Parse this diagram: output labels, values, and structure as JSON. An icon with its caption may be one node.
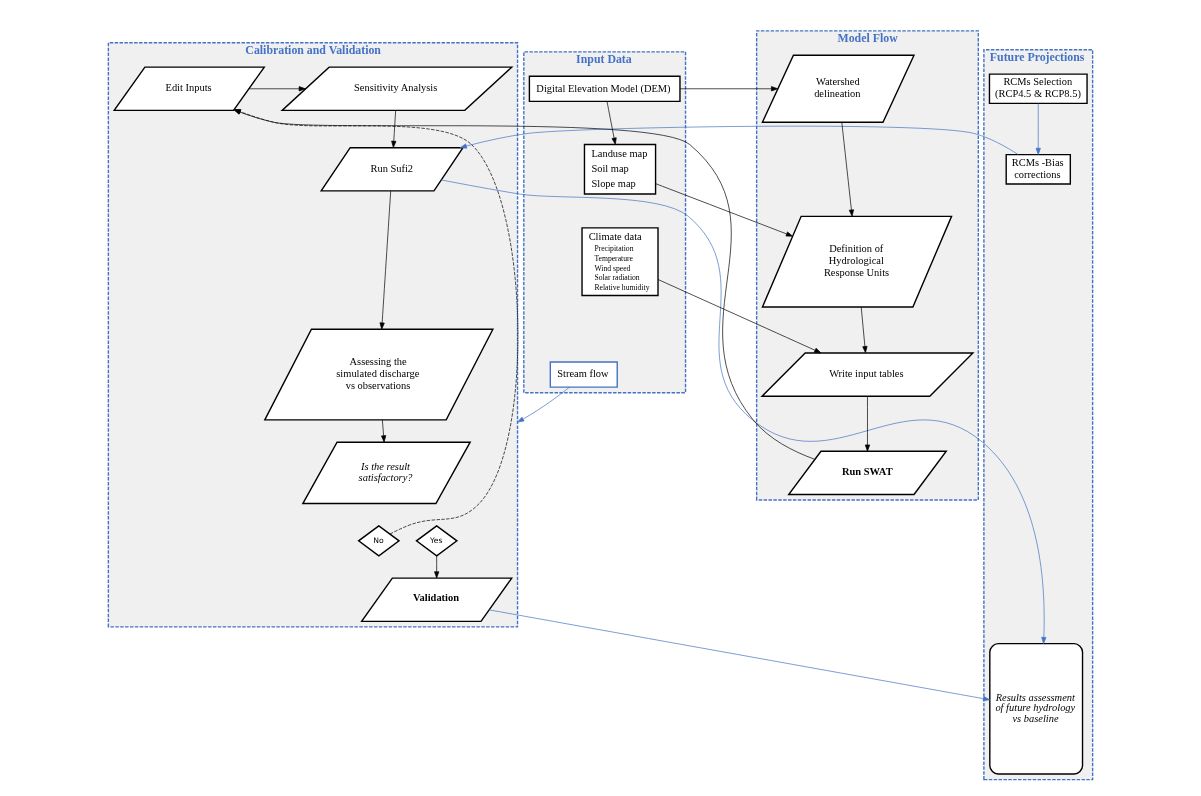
{
  "diagram": {
    "nodes": [
      {
        "text": [
          "Input Data"
        ]
      },
      {
        "text": [
          "Model Flow"
        ]
      },
      {
        "text": [
          "Calibration and Validation"
        ]
      },
      {
        "text": [
          "Future Projections"
        ]
      },
      {
        "text": [
          "Digital Elevation Model (DEM)"
        ],
        "in": 0
      },
      {
        "text": [
          "Landuse map",
          "Soil map",
          "Slope map"
        ],
        "in": 0
      },
      {
        "text": [
          "Climate data",
          "Precipitation",
          "Temperature",
          "Wind speed",
          "Solar radiation",
          "Relative humidity"
        ],
        "in": 0
      },
      {
        "text": [
          "Stream flow"
        ],
        "in": 0
      },
      {
        "text": [
          "Watershed delineation"
        ],
        "in": 1
      },
      {
        "text": [
          "Definition of Hydrological Response Units"
        ],
        "in": 1
      },
      {
        "text": [
          "Write input tables"
        ],
        "in": 1
      },
      {
        "text": [
          "Run SWAT"
        ],
        "in": 1
      },
      {
        "text": [
          "Edit Inputs"
        ],
        "in": 2
      },
      {
        "text": [
          "Sensitivity Analysis"
        ],
        "in": 2
      },
      {
        "text": [
          "Run Sufi2"
        ],
        "in": 2
      },
      {
        "text": [
          "Assessing the simulated discharge vs observations"
        ],
        "in": 2
      },
      {
        "text": [
          "Is the result satisfactory?"
        ],
        "in": 2
      },
      {
        "text": [
          "No"
        ],
        "in": 2
      },
      {
        "text": [
          "Yes"
        ],
        "in": 2
      },
      {
        "text": [
          "Validation"
        ],
        "in": 2
      },
      {
        "text": [
          "RCMs Selection (RCP4.5 & RCP8.5)"
        ],
        "in": 3
      },
      {
        "text": [
          "RCMs -Bias corrections"
        ],
        "in": 3
      },
      {
        "text": [
          "Results assessment of future hydrology vs baseline"
        ],
        "in": 3
      }
    ],
    "edges": [
      {
        "from": 4,
        "to": 8,
        "arrow": "to"
      },
      {
        "from": 4,
        "to": 5,
        "arrow": "to"
      },
      {
        "from": 5,
        "to": 9,
        "arrow": "to"
      },
      {
        "from": 6,
        "to": 10,
        "arrow": "to"
      },
      {
        "from": 8,
        "to": 9,
        "arrow": "to"
      },
      {
        "from": 9,
        "to": 10,
        "arrow": "to"
      },
      {
        "from": 10,
        "to": 11,
        "arrow": "to"
      },
      {
        "from": 11,
        "to": 12,
        "arrow": "to"
      },
      {
        "from": 7,
        "to": 2,
        "arrow": "to",
        "color": "#4472c4"
      },
      {
        "from": 12,
        "to": 13,
        "arrow": "to"
      },
      {
        "from": 13,
        "to": 14,
        "arrow": "to"
      },
      {
        "from": 14,
        "to": 15,
        "arrow": "to"
      },
      {
        "from": 15,
        "to": 16,
        "arrow": "to"
      },
      {
        "from": 17,
        "to": 12,
        "arrow": "to",
        "style": "dashed"
      },
      {
        "from": 18,
        "to": 19,
        "arrow": "to"
      },
      {
        "from": 20,
        "to": 21,
        "arrow": "to",
        "color": "#4472c4"
      },
      {
        "from": 21,
        "to": 14,
        "arrow": "to",
        "color": "#4472c4"
      },
      {
        "from": 14,
        "to": 22,
        "arrow": "to",
        "color": "#4472c4"
      },
      {
        "from": 19,
        "to": 22,
        "arrow": "to",
        "color": "#4472c4"
      }
    ]
  }
}
